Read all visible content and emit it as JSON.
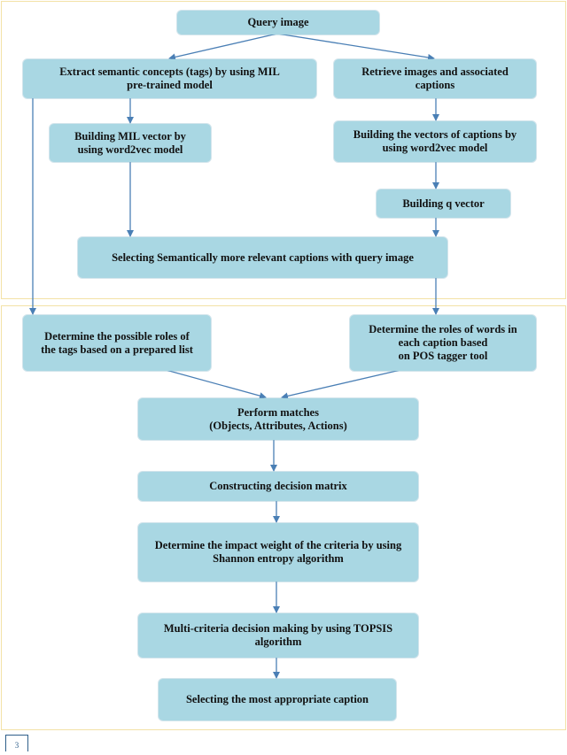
{
  "nodes": {
    "query_image": "Query image",
    "extract_concepts": "Extract semantic concepts (tags) by using MIL\npre-trained model",
    "retrieve_images": "Retrieve images and associated\ncaptions",
    "build_mil_vector": "Building MIL vector by\nusing word2vec model",
    "build_caption_vectors": "Building the vectors of captions by\nusing word2vec model",
    "build_q_vector": "Building q vector",
    "select_relevant": "Selecting Semantically more relevant captions with query image",
    "roles_tags": "Determine the possible roles of\nthe tags based on a prepared list",
    "roles_words": "Determine the roles of words in\neach caption based\non POS tagger tool",
    "perform_matches": "Perform matches\n(Objects, Attributes, Actions)",
    "decision_matrix": "Constructing decision matrix",
    "impact_weight": "Determine the impact weight of the criteria by using\nShannon entropy algorithm",
    "topsis": "Multi-criteria decision making by using TOPSIS\nalgorithm",
    "select_caption": "Selecting the most appropriate caption"
  },
  "page_number": "3",
  "colors": {
    "box_fill": "#a9d7e3",
    "arrow": "#4a7fb5",
    "frame": "#f3e2a6"
  }
}
